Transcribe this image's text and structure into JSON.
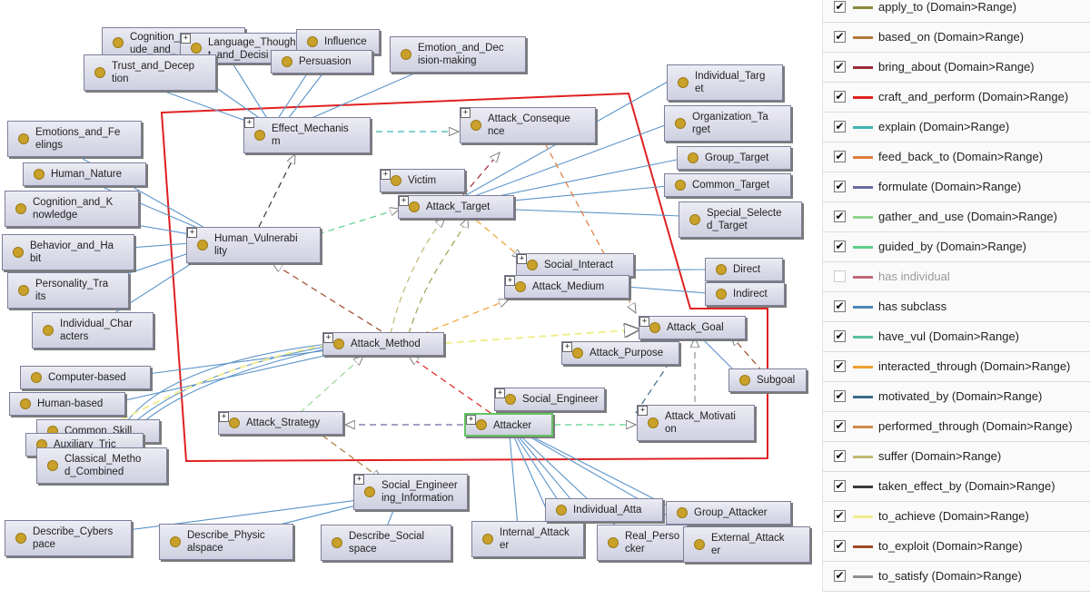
{
  "legend": [
    {
      "label": "apply_to (Domain>Range)",
      "color": "#8a8a3a",
      "checked": true
    },
    {
      "label": "based_on (Domain>Range)",
      "color": "#b07a3a",
      "checked": true
    },
    {
      "label": "bring_about (Domain>Range)",
      "color": "#9e2a3a",
      "checked": true
    },
    {
      "label": "craft_and_perform (Domain>Range)",
      "color": "#e02020",
      "checked": true
    },
    {
      "label": "explain (Domain>Range)",
      "color": "#3fb3b3",
      "checked": true
    },
    {
      "label": "feed_back_to (Domain>Range)",
      "color": "#e07a3a",
      "checked": true
    },
    {
      "label": "formulate (Domain>Range)",
      "color": "#6a6aa0",
      "checked": true
    },
    {
      "label": "gather_and_use (Domain>Range)",
      "color": "#8fd68f",
      "checked": true
    },
    {
      "label": "guided_by (Domain>Range)",
      "color": "#5ad08a",
      "checked": true
    },
    {
      "label": "has individual",
      "color": "#c06a7a",
      "checked": false
    },
    {
      "label": "has subclass",
      "color": "#4a86b8",
      "checked": true
    },
    {
      "label": "have_vul (Domain>Range)",
      "color": "#5abfa0",
      "checked": true
    },
    {
      "label": "interacted_through (Domain>Range)",
      "color": "#f0a030",
      "checked": true
    },
    {
      "label": "motivated_by (Domain>Range)",
      "color": "#3a6a8a",
      "checked": true
    },
    {
      "label": "performed_through (Domain>Range)",
      "color": "#d08a4a",
      "checked": true
    },
    {
      "label": "suffer (Domain>Range)",
      "color": "#c0b870",
      "checked": true
    },
    {
      "label": "taken_effect_by (Domain>Range)",
      "color": "#3a3a3a",
      "checked": true
    },
    {
      "label": "to_achieve (Domain>Range)",
      "color": "#f0ee90",
      "checked": true
    },
    {
      "label": "to_exploit (Domain>Range)",
      "color": "#a04a2a",
      "checked": true
    },
    {
      "label": "to_satisfy (Domain>Range)",
      "color": "#909090",
      "checked": true
    }
  ],
  "nodes": [
    {
      "id": "cognition_and_attitude",
      "label": "Cognition_\nude_and_"
    },
    {
      "id": "language_thought",
      "label": "Language_Though\nt_and_Decisi"
    },
    {
      "id": "influence",
      "label": "Influence"
    },
    {
      "id": "persuasion",
      "label": "Persuasion"
    },
    {
      "id": "emotion_decision",
      "label": "Emotion_and_Dec\nision-making"
    },
    {
      "id": "trust_deception",
      "label": "Trust_and_Decep\ntion"
    },
    {
      "id": "effect_mechanism",
      "label": "Effect_Mechanis\nm"
    },
    {
      "id": "attack_consequence",
      "label": "Attack_Conseque\nnce"
    },
    {
      "id": "individual_target",
      "label": "Individual_Targ\net"
    },
    {
      "id": "organization_target",
      "label": "Organization_Ta\nrget"
    },
    {
      "id": "group_target",
      "label": "Group_Target"
    },
    {
      "id": "common_target",
      "label": "Common_Target"
    },
    {
      "id": "special_selected_target",
      "label": "Special_Selecte\nd_Target"
    },
    {
      "id": "emotions_feelings",
      "label": "Emotions_and_Fe\nelings"
    },
    {
      "id": "human_nature",
      "label": "Human_Nature"
    },
    {
      "id": "cognition_knowledge",
      "label": "Cognition_and_K\nnowledge"
    },
    {
      "id": "behavior_habit",
      "label": "Behavior_and_Ha\nbit"
    },
    {
      "id": "personality_traits",
      "label": "Personality_Tra\nits"
    },
    {
      "id": "individual_characters",
      "label": "Individual_Char\nacters"
    },
    {
      "id": "victim",
      "label": "Victim"
    },
    {
      "id": "attack_target",
      "label": "Attack_Target"
    },
    {
      "id": "human_vulnerability",
      "label": "Human_Vulnerabi\nlity"
    },
    {
      "id": "social_interaction",
      "label": "Social_Interact"
    },
    {
      "id": "attack_medium",
      "label": "Attack_Medium"
    },
    {
      "id": "direct",
      "label": "Direct"
    },
    {
      "id": "indirect",
      "label": "Indirect"
    },
    {
      "id": "attack_goal",
      "label": "Attack_Goal"
    },
    {
      "id": "attack_purpose",
      "label": "Attack_Purpose"
    },
    {
      "id": "subgoal",
      "label": "Subgoal"
    },
    {
      "id": "attack_method",
      "label": "Attack_Method"
    },
    {
      "id": "computer_based",
      "label": "Computer-based"
    },
    {
      "id": "human_based",
      "label": "Human-based"
    },
    {
      "id": "common_skill",
      "label": "Common_Skill"
    },
    {
      "id": "auxiliary_tricks",
      "label": "Auxiliary_Tric"
    },
    {
      "id": "classical_method",
      "label": "Classical_Metho\nd_Combined"
    },
    {
      "id": "social_engineer",
      "label": "Social_Engineer"
    },
    {
      "id": "attack_strategy",
      "label": "Attack_Strategy"
    },
    {
      "id": "attacker",
      "label": "Attacker"
    },
    {
      "id": "attack_motivation",
      "label": "Attack_Motivati\non"
    },
    {
      "id": "se_information",
      "label": "Social_Engineer\ning_Information"
    },
    {
      "id": "describe_cyberspace",
      "label": "Describe_Cybers\npace"
    },
    {
      "id": "describe_physicalspace",
      "label": "Describe_Physic\nalspace"
    },
    {
      "id": "describe_socialspace",
      "label": "Describe_Social\nspace"
    },
    {
      "id": "internal_attacker",
      "label": "Internal_Attack\ner"
    },
    {
      "id": "individual_attacker",
      "label": "Individual_Atta"
    },
    {
      "id": "group_attacker",
      "label": "Group_Attacker"
    },
    {
      "id": "real_person_attacker",
      "label": "Real_Perso\ncker"
    },
    {
      "id": "external_attacker",
      "label": "External_Attack\ner"
    }
  ]
}
